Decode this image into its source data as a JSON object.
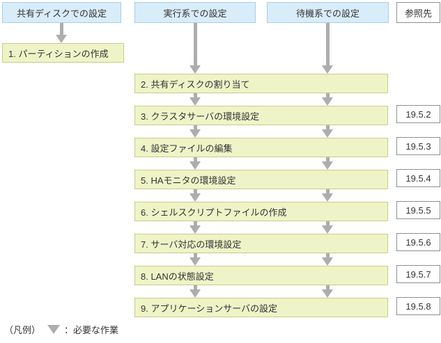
{
  "diagram": {
    "columns": [
      {
        "id": "shared-disk",
        "header": "共有ディスクでの設定"
      },
      {
        "id": "active-system",
        "header": "実行系での設定"
      },
      {
        "id": "standby-system",
        "header": "待機系での設定"
      }
    ],
    "reference_header": "参照先",
    "steps": [
      {
        "label": "1. パーティションの作成",
        "column": "shared-disk",
        "ref": ""
      },
      {
        "label": "2. 共有ディスクの割り当て",
        "column": "active-and-standby",
        "ref": ""
      },
      {
        "label": "3. クラスタサーバの環境設定",
        "column": "active-and-standby",
        "ref": "19.5.2"
      },
      {
        "label": "4. 設定ファイルの編集",
        "column": "active-and-standby",
        "ref": "19.5.3"
      },
      {
        "label": "5. HAモニタの環境設定",
        "column": "active-and-standby",
        "ref": "19.5.4"
      },
      {
        "label": "6. シェルスクリプトファイルの作成",
        "column": "active-and-standby",
        "ref": "19.5.5"
      },
      {
        "label": "7. サーバ対応の環境設定",
        "column": "active-and-standby",
        "ref": "19.5.6"
      },
      {
        "label": "8. LANの状態設定",
        "column": "active-and-standby",
        "ref": "19.5.7"
      },
      {
        "label": "9. アプリケーションサーバの設定",
        "column": "active-and-standby",
        "ref": "19.5.8"
      }
    ],
    "legend": {
      "prefix": "（凡例）",
      "arrow_meaning": "：必要な作業"
    },
    "colors": {
      "header_fill": "#d9ecfa",
      "header_border": "#a5cfe8",
      "step_fill": "#eff4c8",
      "step_border": "#c8cd80",
      "ref_border": "#909090",
      "arrow": "#adadad",
      "text": "#333333"
    }
  }
}
